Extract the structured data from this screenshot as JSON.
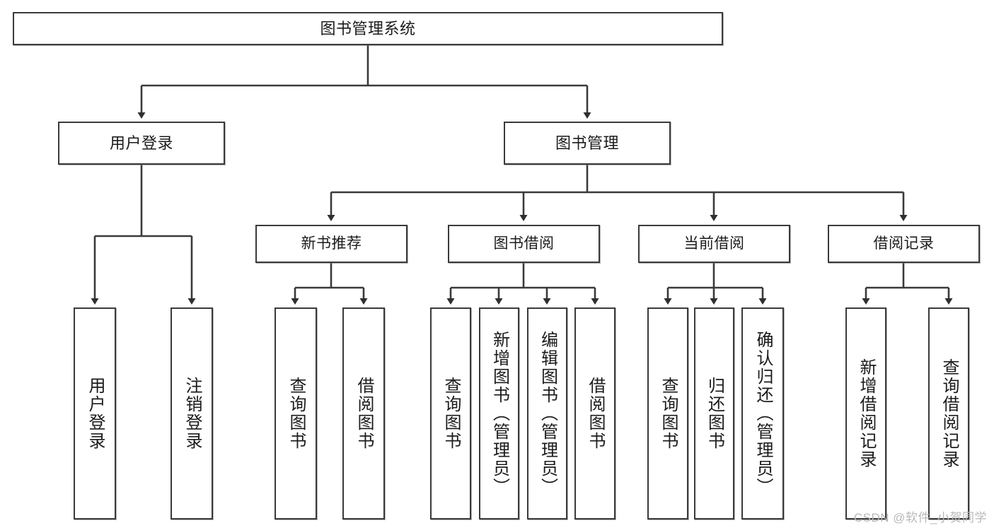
{
  "diagram": {
    "title": "图书管理系统",
    "type": "tree",
    "background_color": "#ffffff",
    "line_color": "#3a3a3a",
    "box_border_color": "#3a3a3a",
    "text_color": "#1b1b1b"
  },
  "root": {
    "label": "图书管理系统"
  },
  "level1": [
    {
      "label": "用户登录"
    },
    {
      "label": "图书管理"
    }
  ],
  "level2": [
    {
      "label": "新书推荐"
    },
    {
      "label": "图书借阅"
    },
    {
      "label": "当前借阅"
    },
    {
      "label": "借阅记录"
    }
  ],
  "leaves": {
    "user_login": [
      {
        "label": "用户登录"
      },
      {
        "label": "注销登录"
      }
    ],
    "new_book_recommend": [
      {
        "label": "查询图书"
      },
      {
        "label": "借阅图书"
      }
    ],
    "book_borrow": [
      {
        "label": "查询图书"
      },
      {
        "label": "新增图书（管理员）"
      },
      {
        "label": "编辑图书（管理员）"
      },
      {
        "label": "借阅图书"
      }
    ],
    "current_borrow": [
      {
        "label": "查询图书"
      },
      {
        "label": "归还图书"
      },
      {
        "label": "确认归还（管理员）"
      }
    ],
    "borrow_record": [
      {
        "label": "新增借阅记录"
      },
      {
        "label": "查询借阅记录"
      }
    ]
  },
  "watermark": {
    "text": "CSDN @软件_小贺同学"
  }
}
